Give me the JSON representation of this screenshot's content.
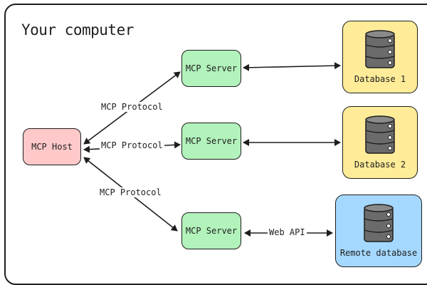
{
  "diagram": {
    "frame_title": "Your computer",
    "host": {
      "label": "MCP Host"
    },
    "servers": [
      {
        "label": "MCP Server"
      },
      {
        "label": "MCP Server"
      },
      {
        "label": "MCP Server"
      }
    ],
    "databases": [
      {
        "label": "Database 1",
        "color": "#ffec99"
      },
      {
        "label": "Database 2",
        "color": "#ffec99"
      },
      {
        "label": "Remote database",
        "color": "#a5d8ff"
      }
    ],
    "edge_labels": {
      "protocol_1": "MCP Protocol",
      "protocol_2": "MCP Protocol",
      "protocol_3": "MCP Protocol",
      "web_api": "Web API"
    },
    "colors": {
      "host": "#ffc9c9",
      "server": "#b2f2bb",
      "stroke": "#1e1e1e"
    }
  }
}
